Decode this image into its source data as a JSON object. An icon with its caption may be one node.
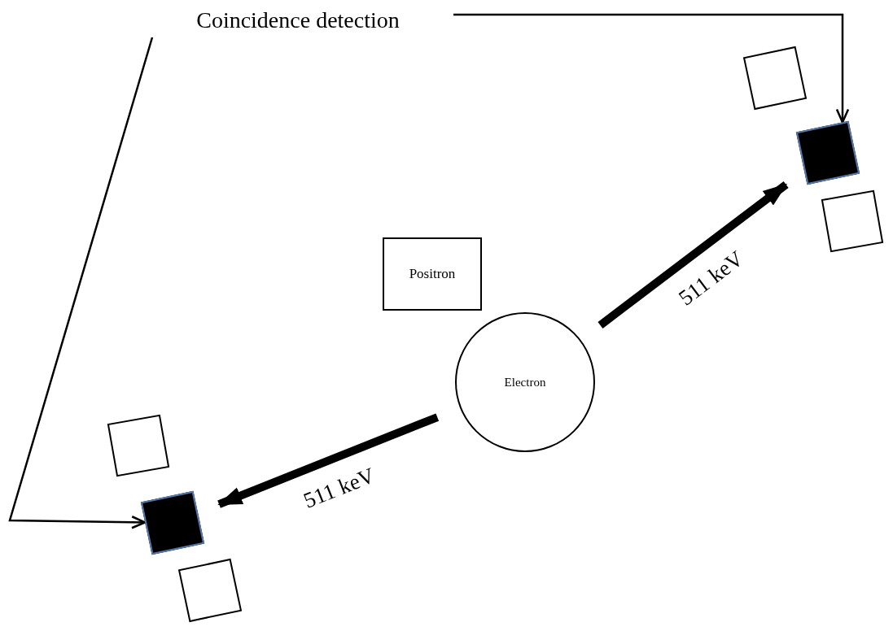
{
  "diagram": {
    "nodes": [
      {
        "text": [
          "Coincidence detection"
        ]
      },
      {
        "text": [
          "Positron"
        ]
      },
      {
        "text": [
          "Electron"
        ]
      },
      {
        "text": [],
        "shape": "box"
      },
      {
        "text": [],
        "shape": "box"
      },
      {
        "text": [],
        "shape": "box"
      },
      {
        "text": [],
        "shape": "box"
      },
      {
        "text": [],
        "shape": "box"
      },
      {
        "text": [],
        "shape": "box"
      }
    ],
    "edges": [
      {
        "from": 0,
        "to": 4,
        "arrow": "to"
      },
      {
        "from": 0,
        "to": 7,
        "arrow": "to"
      },
      {
        "from": 2,
        "to": 4,
        "arrow": "to",
        "style": "thick",
        "label": "511 keV"
      },
      {
        "from": 2,
        "to": 7,
        "arrow": "to",
        "style": "thick",
        "label": "511 keV"
      }
    ]
  }
}
